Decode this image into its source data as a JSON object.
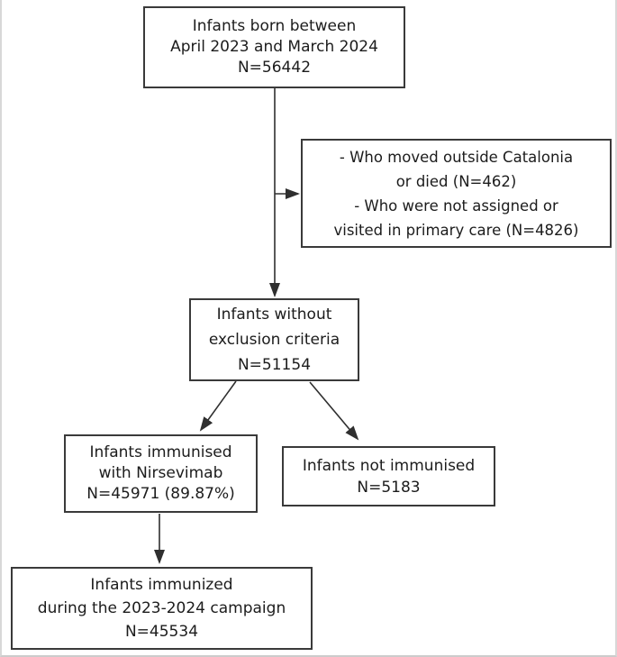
{
  "figure": {
    "name": "Infant immunisation study flow chart",
    "colors": {
      "box_border": "#3a3a3a",
      "arrow": "#2f2f2f",
      "text": "#1c1c1c",
      "page_edge": "#d8d8d8",
      "background": "#ffffff"
    },
    "nodes": {
      "born": {
        "lines": [
          "Infants born between",
          "April 2023 and March 2024",
          "N=56442"
        ]
      },
      "excluded": {
        "lines": [
          "- Who moved outside Catalonia",
          "or died (N=462)",
          "- Who were not assigned or",
          "visited in primary care (N=4826)"
        ]
      },
      "eligible": {
        "lines": [
          "Infants without",
          "exclusion criteria",
          "N=51154"
        ]
      },
      "immunised": {
        "lines": [
          "Infants immunised",
          "with Nirsevimab",
          "N=45971 (89.87%)"
        ]
      },
      "not_immunised": {
        "lines": [
          "Infants not immunised",
          "N=5183"
        ]
      },
      "campaign": {
        "lines": [
          "Infants immunized",
          "during the 2023-2024 campaign",
          "N=45534"
        ]
      }
    }
  }
}
